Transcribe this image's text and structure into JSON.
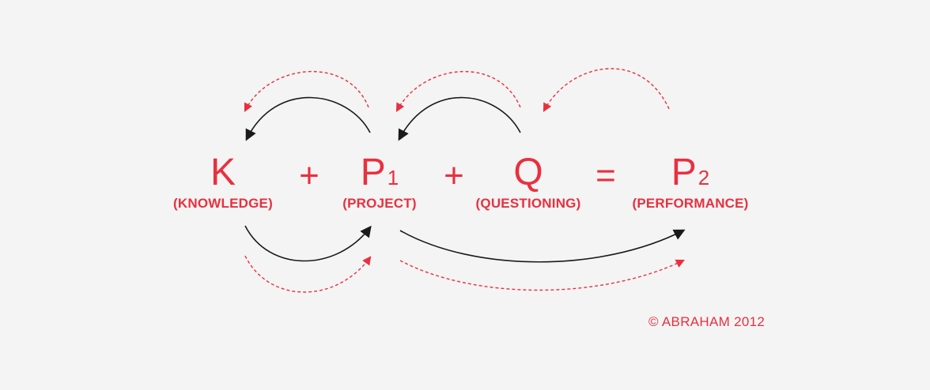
{
  "equation": {
    "k": {
      "symbol": "K",
      "subscript": "",
      "label": "(KNOWLEDGE)"
    },
    "op1": "+",
    "p1": {
      "symbol": "P",
      "subscript": "1",
      "label": "(PROJECT)"
    },
    "op2": "+",
    "q": {
      "symbol": "Q",
      "subscript": "",
      "label": "(QUESTIONING)"
    },
    "op3": "=",
    "p2": {
      "symbol": "P",
      "subscript": "2",
      "label": "(PERFORMANCE)"
    }
  },
  "copyright": "© ABRAHAM 2012",
  "colors": {
    "accent": "#e8303f",
    "arrow": "#1a1a1a",
    "background": "#f4f4f4"
  }
}
